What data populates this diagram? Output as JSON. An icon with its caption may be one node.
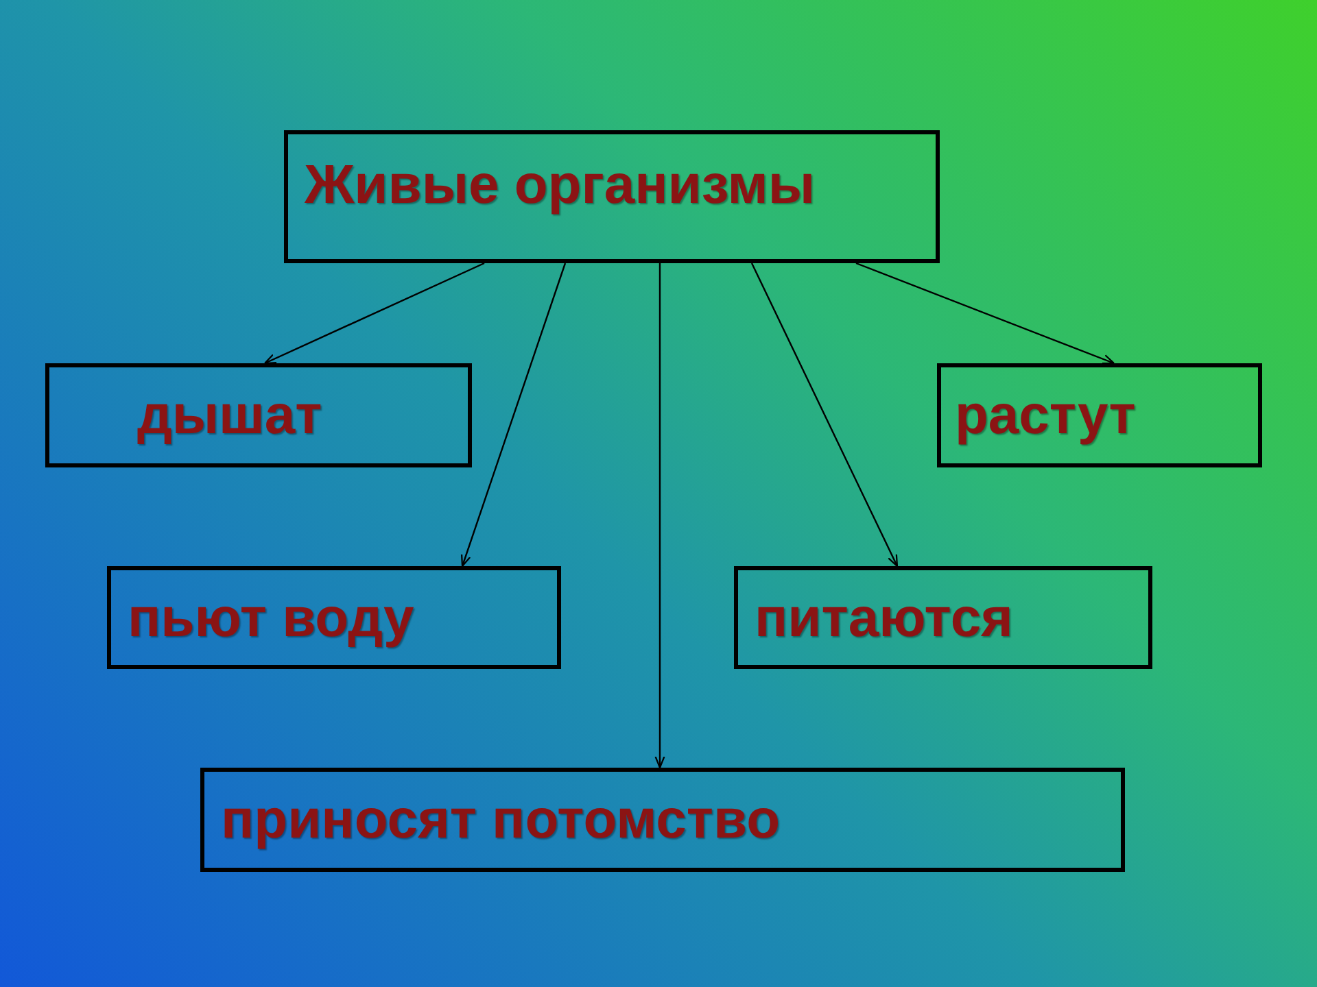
{
  "diagram": {
    "nodes": [
      {
        "text": [
          "Живые организмы"
        ]
      },
      {
        "text": [
          "дышат"
        ]
      },
      {
        "text": [
          "растут"
        ]
      },
      {
        "text": [
          "пьют воду"
        ]
      },
      {
        "text": [
          "питаются"
        ]
      },
      {
        "text": [
          "приносят потомство"
        ]
      }
    ],
    "edges": [
      {
        "from": 0,
        "to": 1,
        "arrow": "to"
      },
      {
        "from": 0,
        "to": 3,
        "arrow": "to"
      },
      {
        "from": 0,
        "to": 5,
        "arrow": "to"
      },
      {
        "from": 0,
        "to": 4,
        "arrow": "to"
      },
      {
        "from": 0,
        "to": 2,
        "arrow": "to"
      }
    ]
  }
}
